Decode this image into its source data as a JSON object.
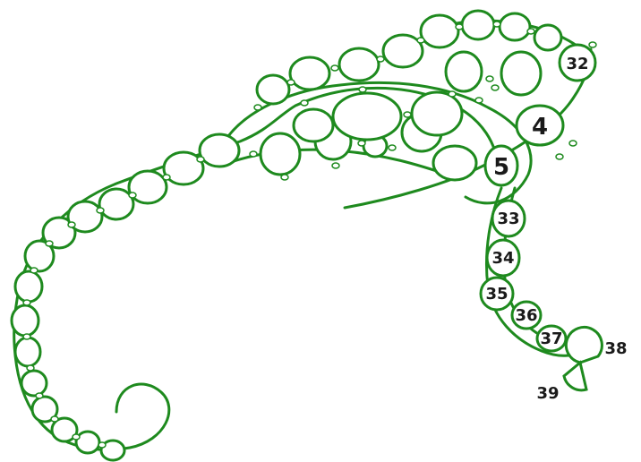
{
  "diagram": {
    "kind": "tatting-pattern-chain",
    "stroke_color": "#1e8a1e",
    "fill_color": "#ffffff",
    "text_color": "#1a1a1a"
  },
  "labels": {
    "l4": "4",
    "l5": "5",
    "l32": "32",
    "l33": "33",
    "l34": "34",
    "l35": "35",
    "l36": "36",
    "l37": "37",
    "l38": "38",
    "l39": "39"
  }
}
